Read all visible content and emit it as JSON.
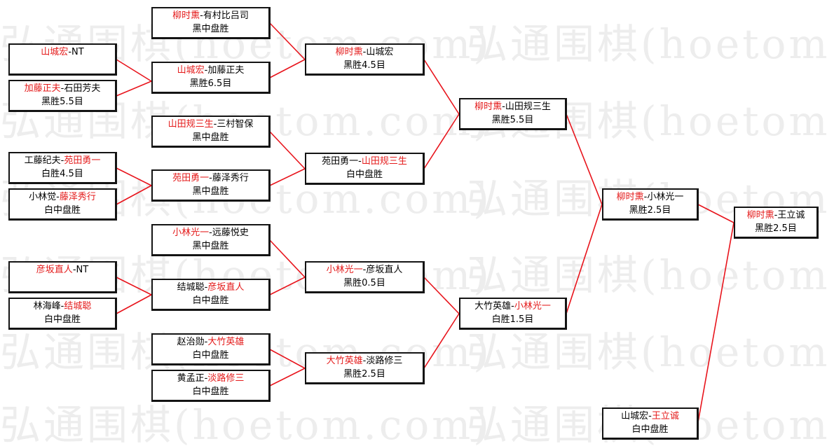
{
  "watermark": {
    "text": "弘通围棋(hoetom.com)"
  },
  "matches": [
    {
      "id": "r1a",
      "black": "山城宏",
      "white": "NT",
      "winner": "black",
      "result": ""
    },
    {
      "id": "r1b",
      "black": "加藤正夫",
      "white": "石田芳夫",
      "winner": "black",
      "result": "黑胜5.5目"
    },
    {
      "id": "r1c",
      "black": "工藤纪夫",
      "white": "苑田勇一",
      "winner": "white",
      "result": "白胜4.5目"
    },
    {
      "id": "r1d",
      "black": "小林觉",
      "white": "藤泽秀行",
      "winner": "white",
      "result": "白中盘胜"
    },
    {
      "id": "r1e",
      "black": "彦坂直人",
      "white": "NT",
      "winner": "black",
      "result": ""
    },
    {
      "id": "r1f",
      "black": "林海峰",
      "white": "结城聪",
      "winner": "white",
      "result": "白中盘胜"
    },
    {
      "id": "r2a",
      "black": "柳时熏",
      "white": "有村比吕司",
      "winner": "black",
      "result": "黑中盘胜"
    },
    {
      "id": "r2b",
      "black": "山城宏",
      "white": "加藤正夫",
      "winner": "black",
      "result": "黑胜6.5目"
    },
    {
      "id": "r2c",
      "black": "山田规三生",
      "white": "三村智保",
      "winner": "black",
      "result": "黑中盘胜"
    },
    {
      "id": "r2d",
      "black": "苑田勇一",
      "white": "藤泽秀行",
      "winner": "black",
      "result": "黑中盘胜"
    },
    {
      "id": "r2e",
      "black": "小林光一",
      "white": "远藤悦史",
      "winner": "black",
      "result": "黑中盘胜"
    },
    {
      "id": "r2f",
      "black": "结城聪",
      "white": "彦坂直人",
      "winner": "white",
      "result": "白中盘胜"
    },
    {
      "id": "r2g",
      "black": "赵治勋",
      "white": "大竹英雄",
      "winner": "white",
      "result": "白中盘胜"
    },
    {
      "id": "r2h",
      "black": "黄孟正",
      "white": "淡路修三",
      "winner": "white",
      "result": "白中盘胜"
    },
    {
      "id": "r3a",
      "black": "柳时熏",
      "white": "山城宏",
      "winner": "black",
      "result": "黑胜4.5目"
    },
    {
      "id": "r3b",
      "black": "苑田勇一",
      "white": "山田规三生",
      "winner": "white",
      "result": "白中盘胜"
    },
    {
      "id": "r3c",
      "black": "小林光一",
      "white": "彦坂直人",
      "winner": "black",
      "result": "黑胜0.5目"
    },
    {
      "id": "r3d",
      "black": "大竹英雄",
      "white": "淡路修三",
      "winner": "black",
      "result": "黑胜2.5目"
    },
    {
      "id": "r4a",
      "black": "柳时熏",
      "white": "山田规三生",
      "winner": "black",
      "result": "黑胜5.5目"
    },
    {
      "id": "r4b",
      "black": "大竹英雄",
      "white": "小林光一",
      "winner": "white",
      "result": "白胜1.5目"
    },
    {
      "id": "r5a",
      "black": "柳时熏",
      "white": "小林光一",
      "winner": "black",
      "result": "黑胜2.5目"
    },
    {
      "id": "r5b",
      "black": "山城宏",
      "white": "王立诚",
      "winner": "white",
      "result": "白中盘胜"
    },
    {
      "id": "final",
      "black": "柳时熏",
      "white": "王立诚",
      "winner": "black",
      "result": "黑胜2.5目"
    }
  ]
}
